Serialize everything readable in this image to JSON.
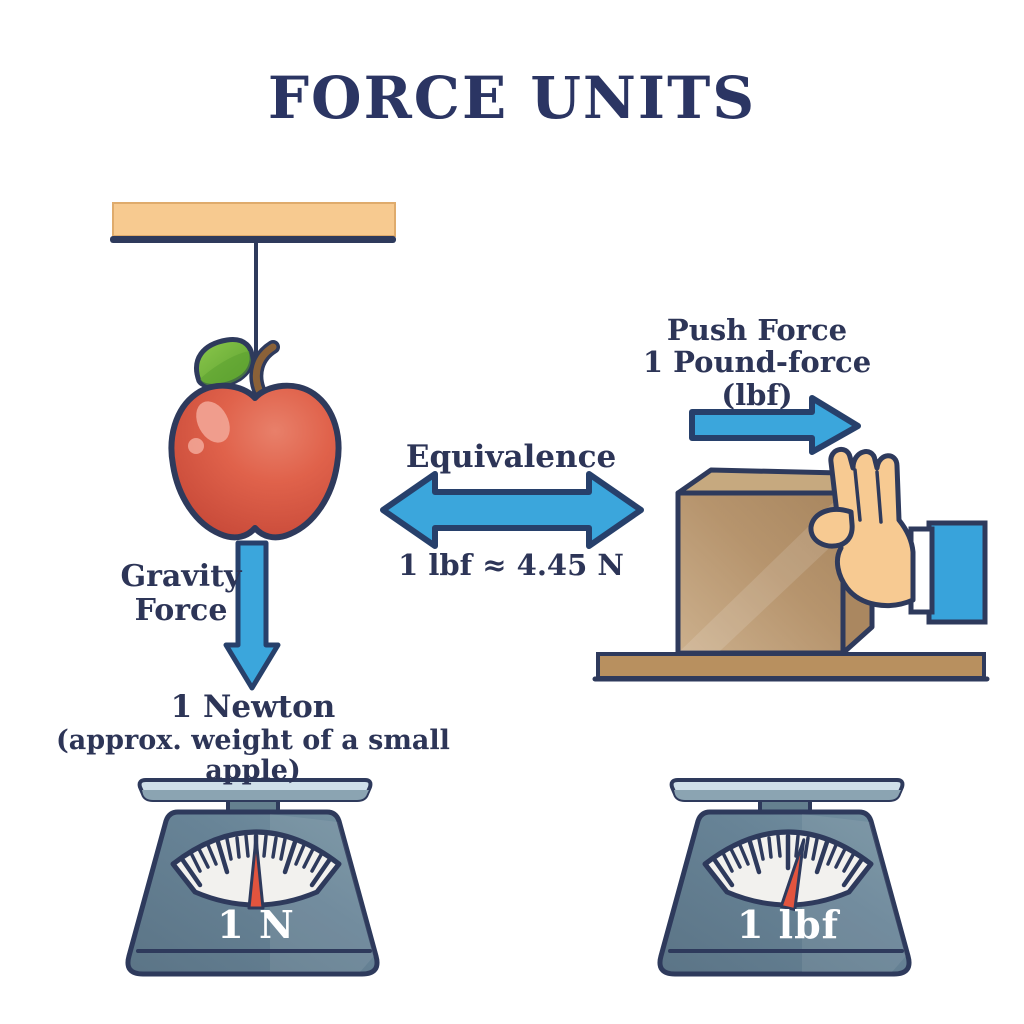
{
  "diagram": {
    "title": "FORCE UNITS",
    "left_panel": {
      "force_label_line1": "Gravity",
      "force_label_line2": "Force",
      "value_label": "1 Newton",
      "value_note": "(approx. weight of a small apple)"
    },
    "center_panel": {
      "equivalence_label": "Equivalence",
      "equivalence_formula": "1 lbf ≈ 4.45 N"
    },
    "right_panel": {
      "force_label_line1": "Push Force",
      "force_label_line2": "1 Pound-force",
      "force_label_line3": "(lbf)"
    },
    "scales": [
      {
        "label": "1 N"
      },
      {
        "label": "1 lbf"
      }
    ],
    "illustration_names": [
      "ceiling-beam-icon",
      "string-icon",
      "apple-icon",
      "gravity-arrow-icon",
      "equivalence-double-arrow-icon",
      "push-arrow-icon",
      "cardboard-box-icon",
      "pushing-hand-icon",
      "table-surface-icon",
      "weighing-scale-icon"
    ],
    "colors": {
      "outline_navy": "#2e3a5c",
      "text_navy": "#2d3557",
      "arrow_blue": "#3ba6dc",
      "beam_peach": "#f7ca90",
      "apple_red": "#d4503d",
      "leaf_green": "#7fbe3f",
      "stem_brown": "#8a6138",
      "box_tan": "#bb9770",
      "table_brown": "#b8905f",
      "hand_skin": "#f7ca92",
      "sleeve_blue": "#38a3db",
      "scale_body_slate": "#64808f",
      "scale_plate_light": "#cfe0ea",
      "dial_face": "#f2f1ee",
      "needle_red": "#e2543e",
      "scale_label_white": "#ffffff"
    }
  }
}
